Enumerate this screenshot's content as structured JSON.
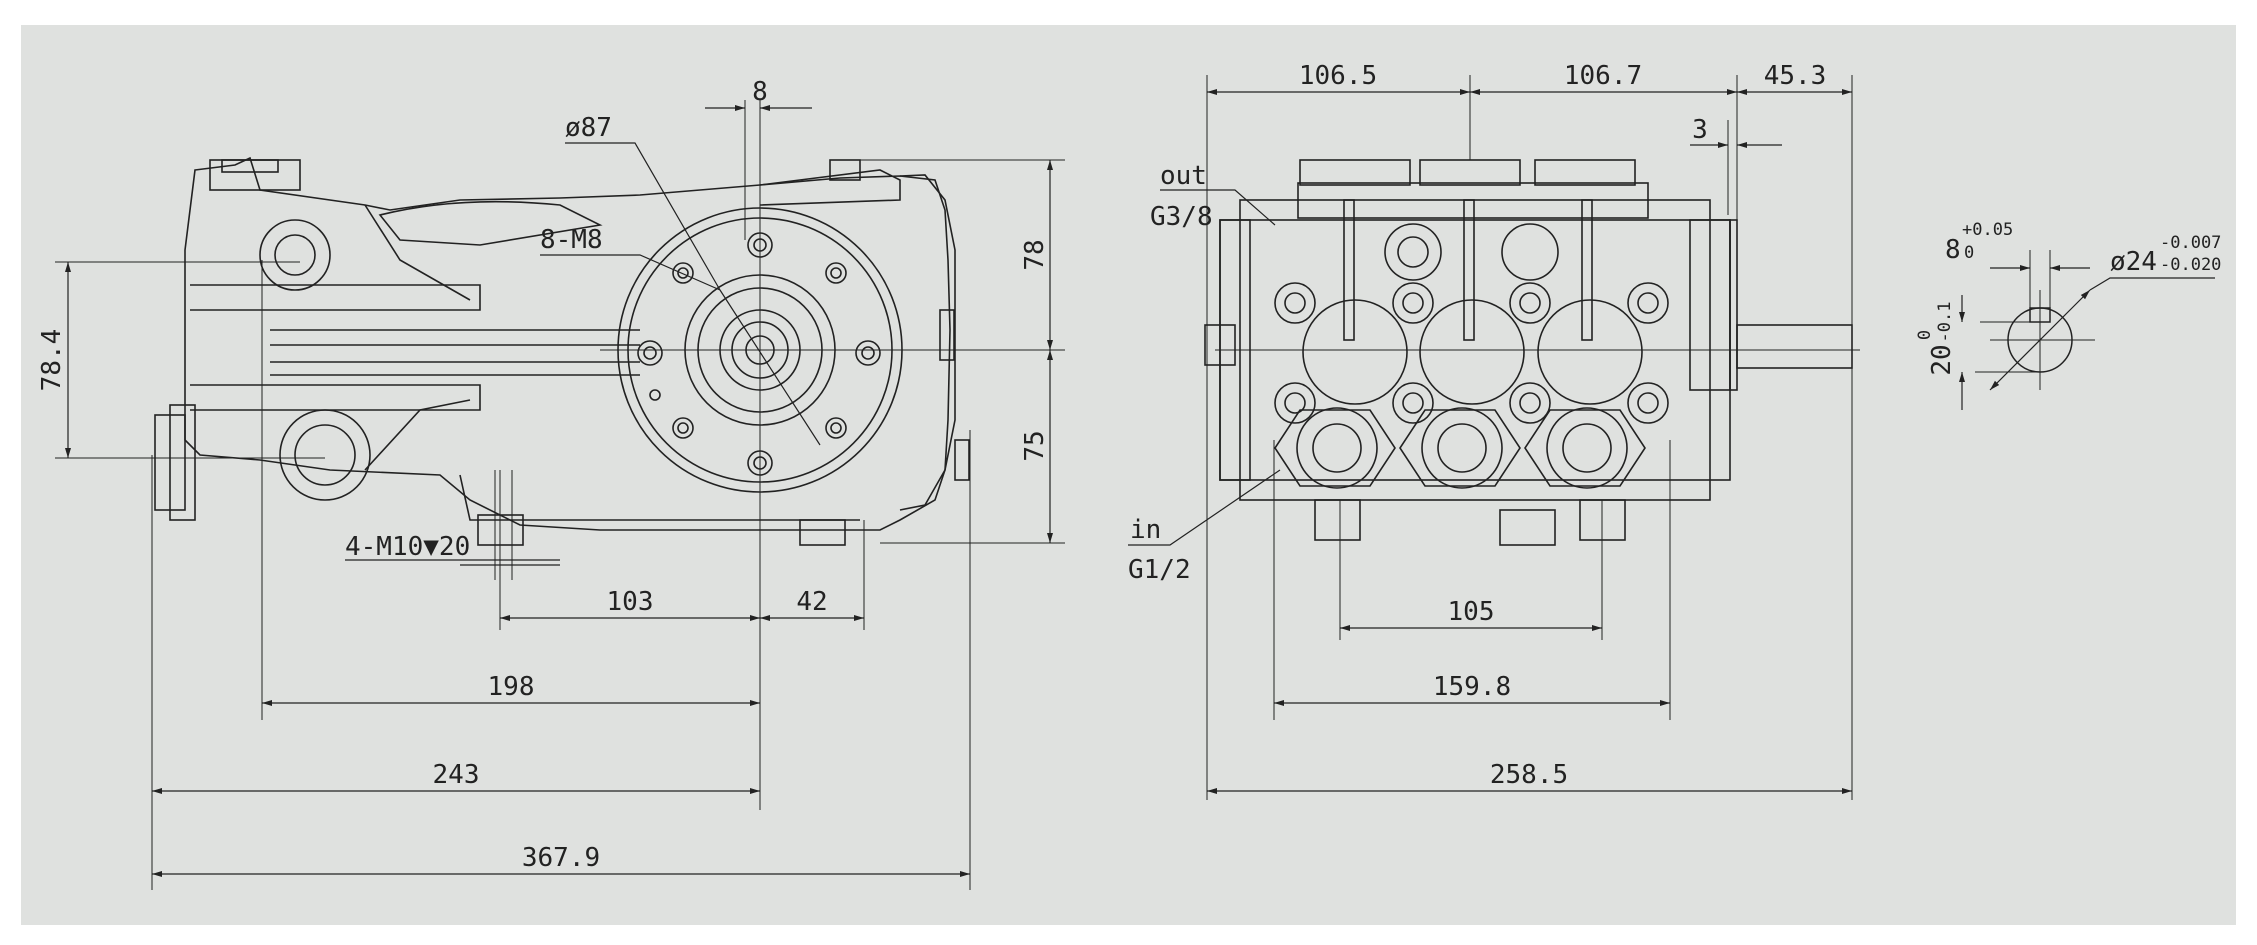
{
  "colors": {
    "background": "#dfe1df",
    "line": "#222222"
  },
  "side_view": {
    "dim_8": "8",
    "dim_dia87": "ø87",
    "dim_8m8": "8-M8",
    "dim_78": "78",
    "dim_75": "75",
    "dim_78_4": "78.4",
    "dim_thread": "4-M10▼20",
    "dim_103": "103",
    "dim_42": "42",
    "dim_198": "198",
    "dim_243": "243",
    "dim_367_9": "367.9"
  },
  "front_view": {
    "dim_106_5": "106.5",
    "dim_106_7": "106.7",
    "dim_45_3": "45.3",
    "dim_3": "3",
    "out_label": "out",
    "out_thread": "G3/8",
    "in_label": "in",
    "in_thread": "G1/2",
    "dim_105": "105",
    "dim_159_8": "159.8",
    "dim_258_5": "258.5"
  },
  "shaft_detail": {
    "key_width": "8",
    "key_tol_upper": "+0.05",
    "key_tol_lower": "0",
    "shaft_dia": "ø24",
    "shaft_tol_upper": "-0.007",
    "shaft_tol_lower": "-0.020",
    "key_depth": "20",
    "depth_tol": "0",
    "depth_tol2": "-0.1"
  }
}
